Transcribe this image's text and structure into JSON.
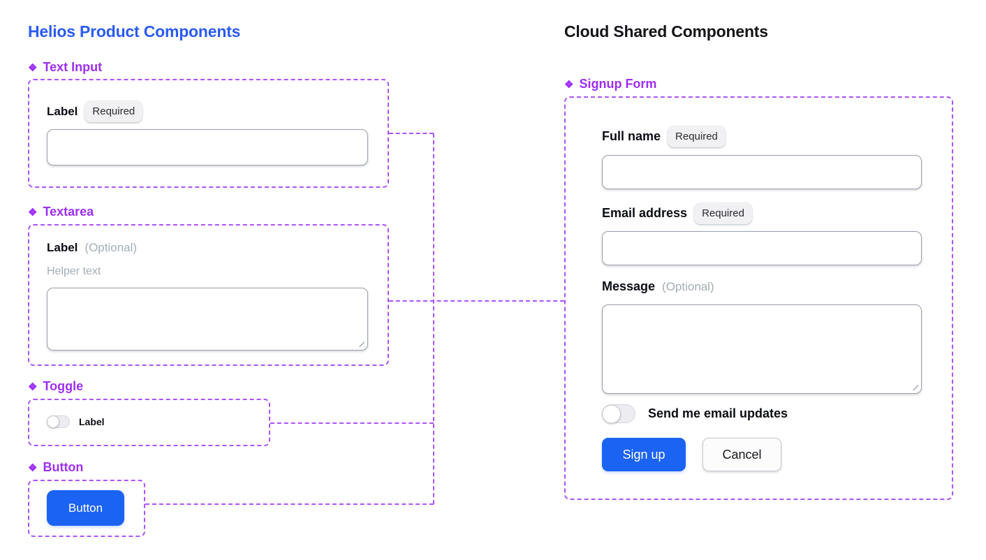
{
  "colors": {
    "accent_purple": "#9D2FF3",
    "outline_purple": "#AC53F8",
    "brand_blue": "#2B5BF2",
    "button_blue": "#1B63F2",
    "heading_dark": "#131417",
    "text_dark": "#0B0D12",
    "muted_gray": "#A6ACB6",
    "badge_bg": "#F1F1F4",
    "badge_text": "#2A2B31",
    "input_border": "#9AA0AB"
  },
  "icons": {
    "component": "❖"
  },
  "left_panel": {
    "title": "Helios Product Components",
    "text_input": {
      "header": "Text Input",
      "label": "Label",
      "badge": "Required"
    },
    "textarea": {
      "header": "Textarea",
      "label": "Label",
      "optional": "(Optional)",
      "helper": "Helper text"
    },
    "toggle": {
      "header": "Toggle",
      "label": "Label",
      "state": "off"
    },
    "button": {
      "header": "Button",
      "label": "Button"
    }
  },
  "right_panel": {
    "title": "Cloud Shared Components",
    "signup_form": {
      "header": "Signup Form",
      "full_name": {
        "label": "Full name",
        "badge": "Required"
      },
      "email": {
        "label": "Email address",
        "badge": "Required"
      },
      "message": {
        "label": "Message",
        "optional": "(Optional)"
      },
      "updates_toggle": {
        "label": "Send me email updates",
        "state": "off"
      },
      "submit": "Sign up",
      "cancel": "Cancel"
    }
  }
}
